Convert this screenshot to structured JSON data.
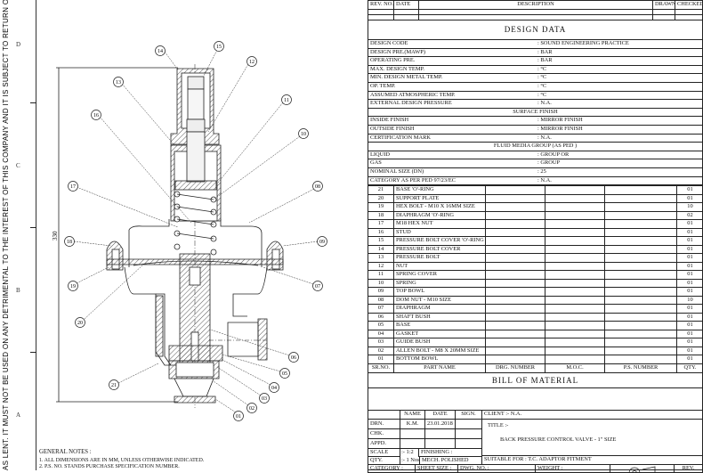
{
  "border": {
    "side_text": "AS LENT. IT MUST NOT BE USED ON ANY DETRIMENTAL TO THE INTEREST OF THIS COMPANY AND IT IS SUBJECT TO RETURN ON DEMAND",
    "zones": [
      "D",
      "C",
      "B",
      "A"
    ]
  },
  "drawing": {
    "dimension": "330",
    "balloons": [
      "14",
      "15",
      "12",
      "13",
      "16",
      "11",
      "10",
      "17",
      "08",
      "18",
      "09",
      "19",
      "07",
      "20",
      "06",
      "05",
      "21",
      "04",
      "03",
      "02",
      "01"
    ]
  },
  "notes": {
    "title": "GENERAL NOTES :",
    "items": [
      "1. ALL DIMENSIONS ARE IN MM, UNLESS OTHERWISE INDICATED.",
      "2. P.S. NO. STANDS PURCHASE SPECIFICATION NUMBER."
    ]
  },
  "revision": {
    "headers": [
      "REV. NO.",
      "DATE",
      "DESCRIPTION",
      "DRAWN",
      "CHECKED"
    ]
  },
  "design_data": {
    "title": "DESIGN DATA",
    "rows": [
      {
        "label": "DESIGN CODE",
        "value": ": SOUND ENGINEERING PRACTICE"
      },
      {
        "label": "DESIGN PRE.(MAWP)",
        "value": ":     BAR"
      },
      {
        "label": "OPERATING PRE.",
        "value": ":     BAR"
      },
      {
        "label": "MAX. DESIGN TEMP.",
        "value": ":     °C"
      },
      {
        "label": "MIN. DESIGN METAL TEMP.",
        "value": ":     °C"
      },
      {
        "label": "OP. TEMP.",
        "value": ":     °C"
      },
      {
        "label": "ASSUMED ATMOSPHERIC TEMP.",
        "value": ":   °C"
      },
      {
        "label": "EXTERNAL DESIGN PRESSURE",
        "value": ": N.A."
      },
      {
        "label": "SURFACE FINISH",
        "value": "",
        "center": true
      },
      {
        "label": "INSIDE FINISH",
        "value": ": MIRROR FINISH"
      },
      {
        "label": "OUTSIDE FINISH",
        "value": ": MIRROR FINISH"
      },
      {
        "label": "CERTIFICATION MARK",
        "value": ": N.A."
      },
      {
        "label": "FLUID MEDIA GROUP (AS PED                     )",
        "value": "",
        "center": true
      },
      {
        "label": "LIQUID",
        "value": ": GROUP    OR"
      },
      {
        "label": "GAS",
        "value": ": GROUP"
      },
      {
        "label": "NOMINAL SIZE (DN)",
        "value": ": 25"
      },
      {
        "label": "CATEGORY AS PER PED 97/23/EC",
        "value": ": N.A."
      }
    ]
  },
  "bom": {
    "title": "BILL OF MATERIAL",
    "headers": [
      "SR.NO.",
      "PART NAME",
      "DRG. NUMBER",
      "M.O.C.",
      "P.S. NUMBER",
      "QTY."
    ],
    "items": [
      {
        "sr": "21",
        "name": "BASE 'O'-RING",
        "qty": "01"
      },
      {
        "sr": "20",
        "name": "SUPPORT PLATE",
        "qty": "01"
      },
      {
        "sr": "19",
        "name": "HEX BOLT - M10 X 16MM SIZE",
        "qty": "10"
      },
      {
        "sr": "18",
        "name": "DIAPHRAGM 'O'-RING",
        "qty": "02"
      },
      {
        "sr": "17",
        "name": "M18 HEX NUT",
        "qty": "01"
      },
      {
        "sr": "16",
        "name": "STUD",
        "qty": "01"
      },
      {
        "sr": "15",
        "name": "PRESSURE BOLT COVER 'O'-RING",
        "qty": "01"
      },
      {
        "sr": "14",
        "name": "PRESSURE BOLT COVER",
        "qty": "01"
      },
      {
        "sr": "13",
        "name": "PRESSURE BOLT",
        "qty": "01"
      },
      {
        "sr": "12",
        "name": "NUT",
        "qty": "01"
      },
      {
        "sr": "11",
        "name": "SPRING COVER",
        "qty": "01"
      },
      {
        "sr": "10",
        "name": "SPRING",
        "qty": "01"
      },
      {
        "sr": "09",
        "name": "TOP BOWL",
        "qty": "01"
      },
      {
        "sr": "08",
        "name": "DOM NUT - M10 SIZE",
        "qty": "10"
      },
      {
        "sr": "07",
        "name": "DIAPHRAGM",
        "qty": "01"
      },
      {
        "sr": "06",
        "name": "SHAFT BUSH",
        "qty": "01"
      },
      {
        "sr": "05",
        "name": "BASE",
        "qty": "01"
      },
      {
        "sr": "04",
        "name": "GASKET",
        "qty": "01"
      },
      {
        "sr": "03",
        "name": "GUIDE BUSH",
        "qty": "01"
      },
      {
        "sr": "02",
        "name": "ALLEN BOLT - M8 X 20MM SIZE",
        "qty": "01"
      },
      {
        "sr": "01",
        "name": "BOTTOM BOWL",
        "qty": "01"
      }
    ]
  },
  "title_block": {
    "headers": [
      "NAME",
      "DATE",
      "SIGN."
    ],
    "drn": {
      "label": "DRN.",
      "name": "K.M.",
      "date": "23.01.2018"
    },
    "chk": {
      "label": "CHK."
    },
    "appd": {
      "label": "APPD."
    },
    "scale": {
      "label": "SCALE",
      "value": ":- 1:2"
    },
    "finishing": "FINISHING :",
    "qty": {
      "label": "QTY.",
      "value": ":- 1 Nos."
    },
    "finishing_value": "MECH. POLISHED",
    "client": "CLIENT :- N.A.",
    "title_label": "TITLE :-",
    "title": "BACK PRESSURE CONTROL VALVE  -  1\" SIZE",
    "suitable_for": "SUITABLE FOR : T.C. ADAPTOR FITMENT",
    "category": "CATEGORY :",
    "sheet_size": "SHEET SIZE :",
    "dwg_no": "DWG. NO. :",
    "weight": "WEIGHT :",
    "rev": "REV."
  }
}
